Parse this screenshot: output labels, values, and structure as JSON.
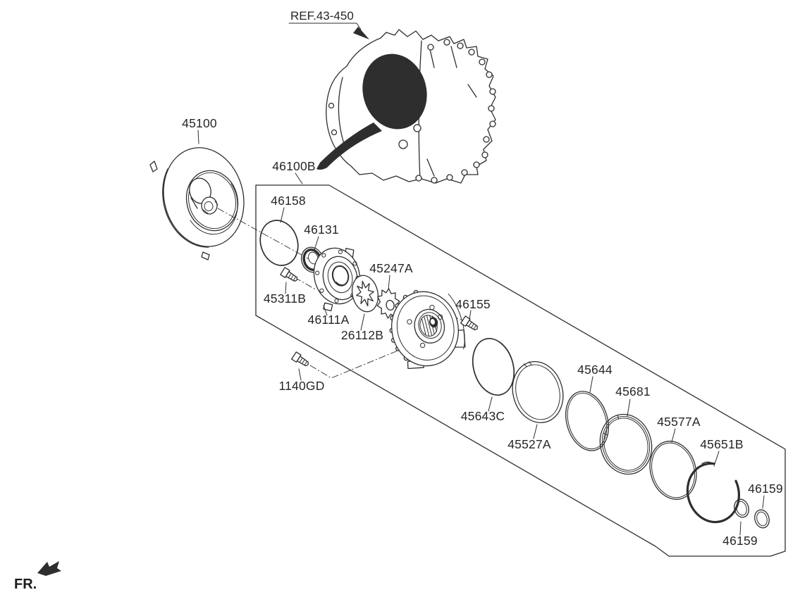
{
  "diagram": {
    "background": "#ffffff",
    "ink_color": "#2e2e2e",
    "reference_label": "REF.43-450",
    "front_direction_label": "FR.",
    "assembly_group_label": "46100B",
    "part_labels": {
      "torque_converter": "45100",
      "pump_oring": "46158",
      "oil_seal": "46131",
      "cover_bolt": "45311B",
      "oil_pump_cover": "46111A",
      "inner_rotor": "26112B",
      "outer_rotor": "45247A",
      "pump_bolt": "46155",
      "housing_bolt": "1140GD",
      "oring_large": "45643C",
      "ring_45527A": "45527A",
      "ring_45644": "45644",
      "ring_45681": "45681",
      "ring_45577A": "45577A",
      "snap_ring": "45651B",
      "oring_small_upper": "46159",
      "oring_small_lower": "46159"
    }
  }
}
